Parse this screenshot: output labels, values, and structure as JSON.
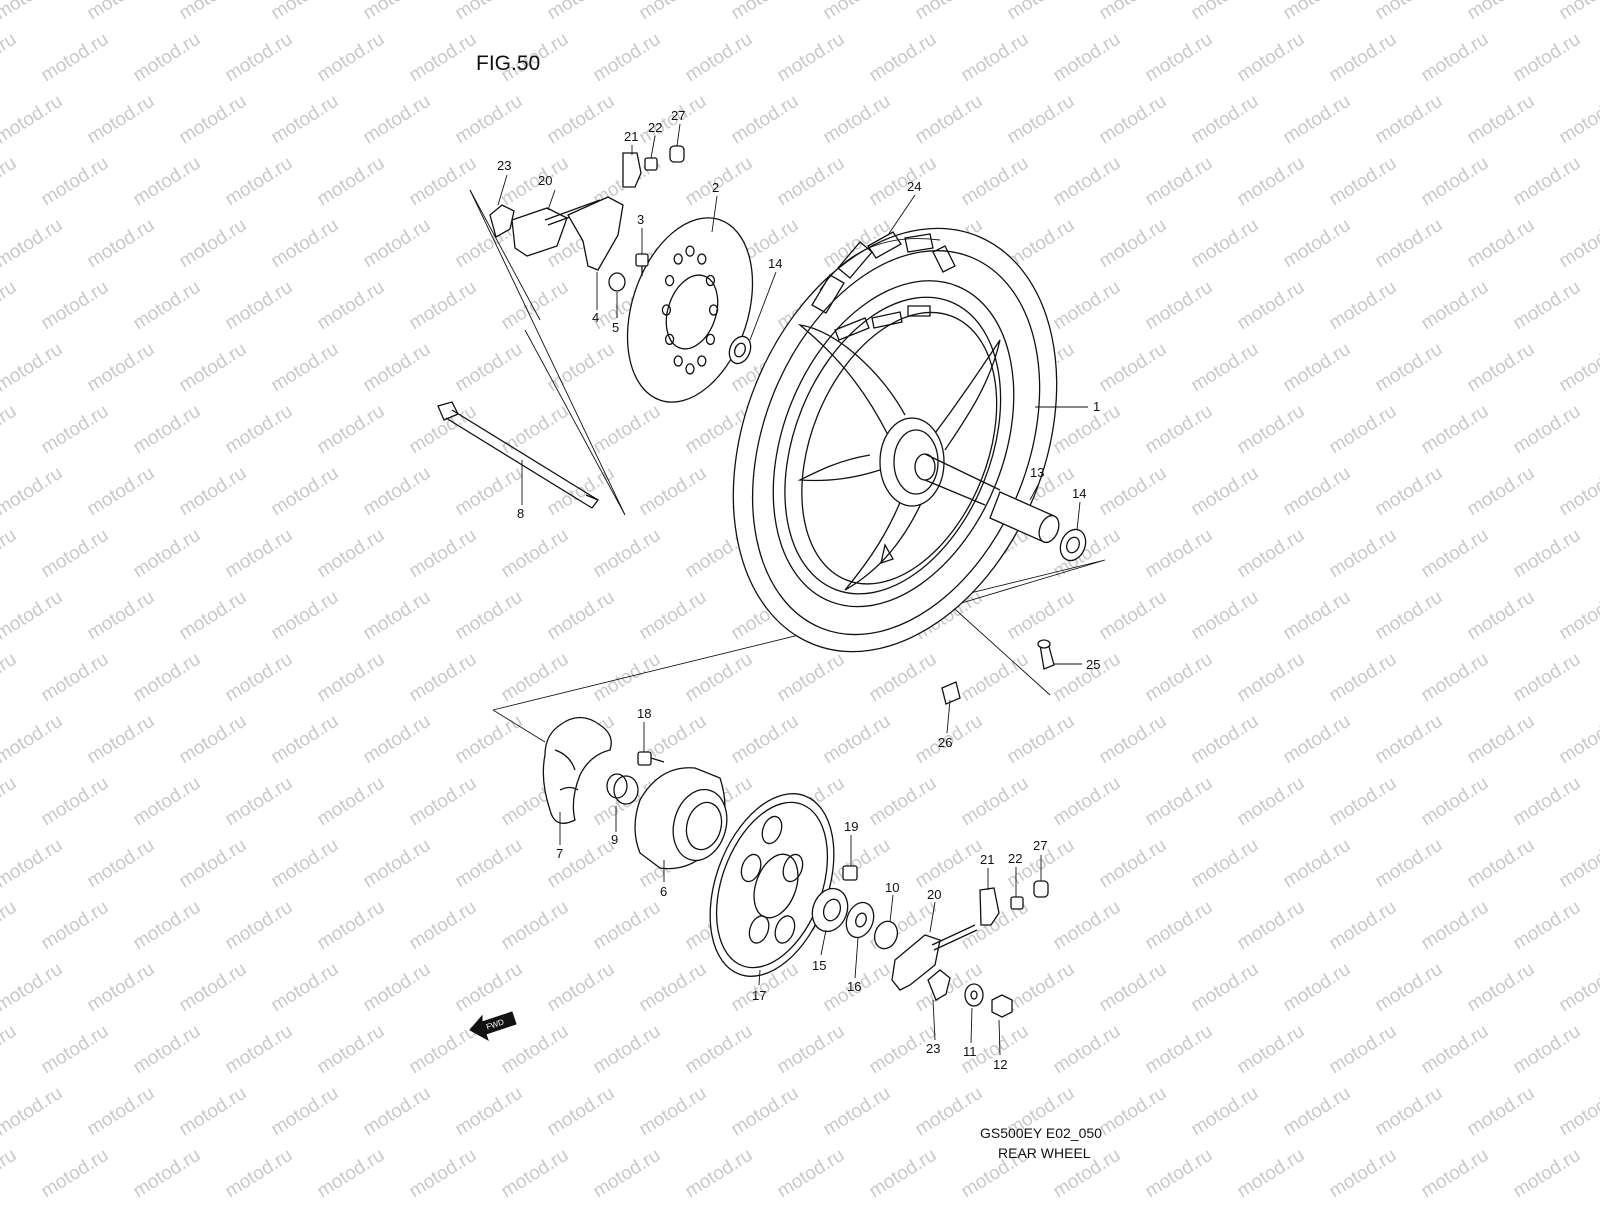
{
  "figure": {
    "title": "FIG.50"
  },
  "watermark": {
    "text": "motod.ru"
  },
  "footer": {
    "code": "GS500EY E02_050",
    "name": "REAR WHEEL"
  },
  "fwd_arrow": {
    "label": "FWD"
  },
  "callouts": [
    {
      "id": "c1",
      "text": "1"
    },
    {
      "id": "c2",
      "text": "2"
    },
    {
      "id": "c3",
      "text": "3"
    },
    {
      "id": "c4",
      "text": "4"
    },
    {
      "id": "c5",
      "text": "5"
    },
    {
      "id": "c6",
      "text": "6"
    },
    {
      "id": "c7",
      "text": "7"
    },
    {
      "id": "c8",
      "text": "8"
    },
    {
      "id": "c9",
      "text": "9"
    },
    {
      "id": "c10",
      "text": "10"
    },
    {
      "id": "c11",
      "text": "11"
    },
    {
      "id": "c12",
      "text": "12"
    },
    {
      "id": "c13",
      "text": "13"
    },
    {
      "id": "c14a",
      "text": "14"
    },
    {
      "id": "c14b",
      "text": "14"
    },
    {
      "id": "c15",
      "text": "15"
    },
    {
      "id": "c16",
      "text": "16"
    },
    {
      "id": "c17",
      "text": "17"
    },
    {
      "id": "c18",
      "text": "18"
    },
    {
      "id": "c19",
      "text": "19"
    },
    {
      "id": "c20a",
      "text": "20"
    },
    {
      "id": "c20b",
      "text": "20"
    },
    {
      "id": "c21a",
      "text": "21"
    },
    {
      "id": "c21b",
      "text": "21"
    },
    {
      "id": "c22a",
      "text": "22"
    },
    {
      "id": "c22b",
      "text": "22"
    },
    {
      "id": "c23a",
      "text": "23"
    },
    {
      "id": "c23b",
      "text": "23"
    },
    {
      "id": "c24",
      "text": "24"
    },
    {
      "id": "c25",
      "text": "25"
    },
    {
      "id": "c26",
      "text": "26"
    },
    {
      "id": "c27a",
      "text": "27"
    },
    {
      "id": "c27b",
      "text": "27"
    }
  ]
}
